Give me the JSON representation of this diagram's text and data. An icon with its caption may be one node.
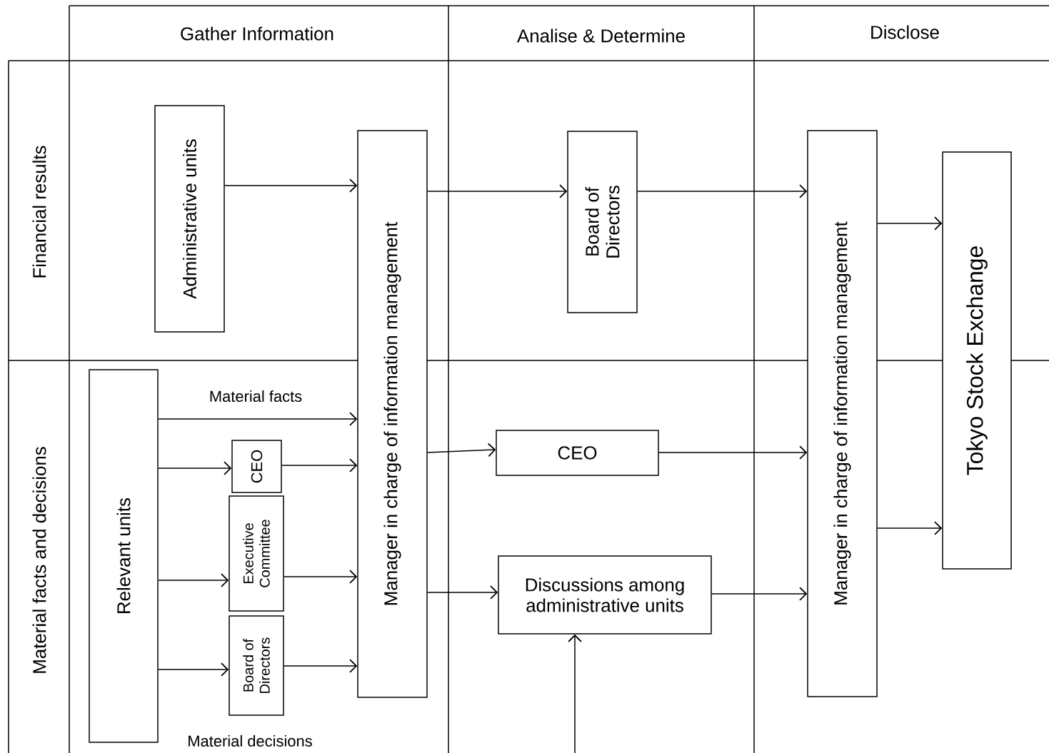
{
  "diagram": {
    "nodes": [
      {
        "text": [
          "Administrative units"
        ]
      },
      {
        "text": [
          "Manager in charge of information management"
        ]
      },
      {
        "text": [
          "Board of Directors"
        ]
      },
      {
        "text": [
          "Manager in charge of information management"
        ]
      },
      {
        "text": [
          "Tokyo Stock Exchange"
        ]
      },
      {
        "text": [
          "Relevant units"
        ]
      },
      {
        "text": [
          "CEO"
        ]
      },
      {
        "text": [
          "Executive Committee"
        ]
      },
      {
        "text": [
          "Board of Directors"
        ]
      },
      {
        "text": [
          "CEO"
        ]
      },
      {
        "text": [
          "Discussions among administrative units"
        ]
      }
    ],
    "edges": [
      {
        "from": 0,
        "to": 1,
        "arrow": "to"
      },
      {
        "from": 1,
        "to": 2,
        "arrow": "to"
      },
      {
        "from": 2,
        "to": 3,
        "arrow": "to"
      },
      {
        "from": 3,
        "to": 4,
        "arrow": "to"
      },
      {
        "from": 3,
        "to": 4,
        "arrow": "to"
      },
      {
        "from": 5,
        "to": 1,
        "arrow": "to",
        "label": "Material facts"
      },
      {
        "from": 5,
        "to": 6,
        "arrow": "to"
      },
      {
        "from": 6,
        "to": 1,
        "arrow": "to"
      },
      {
        "from": 5,
        "to": 7,
        "arrow": "to"
      },
      {
        "from": 7,
        "to": 1,
        "arrow": "to"
      },
      {
        "from": 5,
        "to": 8,
        "arrow": "to"
      },
      {
        "from": 8,
        "to": 1,
        "arrow": "to"
      },
      {
        "from": 1,
        "to": 9,
        "arrow": "to"
      },
      {
        "from": 9,
        "to": 3,
        "arrow": "to"
      },
      {
        "from": 1,
        "to": 10,
        "arrow": "to"
      },
      {
        "from": 10,
        "to": 3,
        "arrow": "to"
      },
      {
        "from": null,
        "to": 10,
        "arrow": "to"
      }
    ],
    "labels": [
      "Gather Information",
      "Analise & Determine",
      "Disclose",
      "Financial results",
      "Material facts and decisions",
      "Material decisions"
    ]
  }
}
